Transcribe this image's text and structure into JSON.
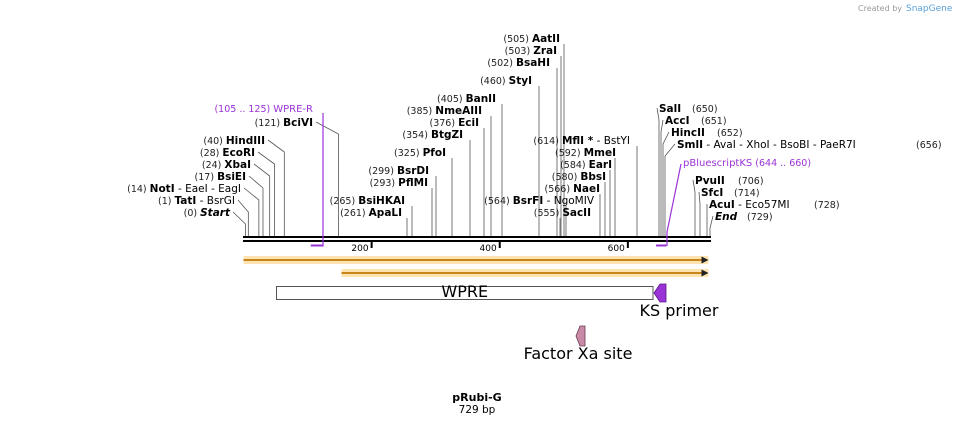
{
  "header": {
    "credit_text": "Created by",
    "brand": "SnapGene"
  },
  "map": {
    "name": "pRubi-G",
    "length_label": "729 bp",
    "length": 729,
    "ticks": [
      {
        "bp": 200,
        "label": "200"
      },
      {
        "bp": 400,
        "label": "400"
      },
      {
        "bp": 600,
        "label": "600"
      }
    ]
  },
  "colors": {
    "backbone": "#000000",
    "primer": "#9a33d6",
    "orf_fill": "#f5b841",
    "misc": "#c98aa8"
  },
  "left_sites": [
    {
      "pos": "(0)",
      "name": "Start",
      "italic": true,
      "bp": 0
    },
    {
      "pos": "(1)",
      "name": "TatI",
      "extra": "- BsrGI",
      "bp": 1
    },
    {
      "pos": "(14)",
      "name": "NotI",
      "extra": "- EaeI   - EagI",
      "bp": 14
    },
    {
      "pos": "(17)",
      "name": "BsiEI",
      "bp": 17
    },
    {
      "pos": "(24)",
      "name": "XbaI",
      "bp": 24
    },
    {
      "pos": "(28)",
      "name": "EcoRI",
      "bp": 28
    },
    {
      "pos": "(40)",
      "name": "HindIII",
      "bp": 40
    },
    {
      "pos": "(121)",
      "name": "BciVI",
      "bp": 121
    }
  ],
  "mid_sites": [
    {
      "pos": "(261)",
      "name": "ApaLI",
      "bp": 261
    },
    {
      "pos": "(265)",
      "name": "BsiHKAI",
      "bp": 265
    },
    {
      "pos": "(293)",
      "name": "PflMI",
      "bp": 293
    },
    {
      "pos": "(299)",
      "name": "BsrDI",
      "bp": 299
    },
    {
      "pos": "(325)",
      "name": "PfoI",
      "bp": 325
    },
    {
      "pos": "(354)",
      "name": "BtgZI",
      "bp": 354
    },
    {
      "pos": "(376)",
      "name": "EciI",
      "bp": 376
    },
    {
      "pos": "(385)",
      "name": "NmeAIII",
      "bp": 385
    },
    {
      "pos": "(405)",
      "name": "BanII",
      "bp": 405
    },
    {
      "pos": "(460)",
      "name": "StyI",
      "bp": 460
    },
    {
      "pos": "(502)",
      "name": "BsaHI",
      "bp": 502
    },
    {
      "pos": "(503)",
      "name": "ZraI",
      "bp": 503
    },
    {
      "pos": "(505)",
      "name": "AatII",
      "bp": 505
    },
    {
      "pos": "(555)",
      "name": "SacII",
      "bp": 555
    },
    {
      "pos": "(564)",
      "name": "BsrFI",
      "extra": "- NgoMIV",
      "bp": 564
    },
    {
      "pos": "(566)",
      "name": "NaeI",
      "bp": 566
    },
    {
      "pos": "(580)",
      "name": "BbsI",
      "bp": 580
    },
    {
      "pos": "(584)",
      "name": "EarI",
      "bp": 584
    },
    {
      "pos": "(592)",
      "name": "MmeI",
      "bp": 592
    },
    {
      "pos": "(614)",
      "name": "MflI *",
      "extra": "- BstYI",
      "bp": 614
    }
  ],
  "right_sites": [
    {
      "name": "SalI",
      "pos": "(650)",
      "bp": 650
    },
    {
      "name": "AccI",
      "pos": "(651)",
      "bp": 651
    },
    {
      "name": "HincII",
      "pos": "(652)",
      "bp": 652
    },
    {
      "name": "SmlI",
      "extra": "- AvaI   - XhoI   - BsoBI   - PaeR7I",
      "pos": "(656)",
      "bp": 656
    },
    {
      "name": "PvuII",
      "pos": "(706)",
      "bp": 706
    },
    {
      "name": "SfcI",
      "pos": "(714)",
      "bp": 714
    },
    {
      "name": "AcuI",
      "extra": "- Eco57MI",
      "pos": "(728)",
      "bp": 728
    },
    {
      "name": "End",
      "italic": true,
      "pos": "(729)",
      "bp": 729
    }
  ],
  "primers": [
    {
      "name": "WPRE-R",
      "range": "(105 .. 125)",
      "start": 105,
      "end": 125,
      "strand": "reverse"
    },
    {
      "name": "pBluescriptKS",
      "range": "(644 .. 660)",
      "start": 644,
      "end": 660,
      "strand": "reverse"
    }
  ],
  "orfs": [
    {
      "start": 0,
      "end": 729,
      "direction": "forward"
    },
    {
      "start": 153,
      "end": 729,
      "direction": "forward"
    }
  ],
  "features": [
    {
      "name": "WPRE",
      "start": 51,
      "end": 640,
      "kind": "box"
    },
    {
      "name": "KS primer",
      "start": 643,
      "end": 659,
      "kind": "primer_bind"
    },
    {
      "name": "Factor Xa site",
      "start": 519,
      "end": 530,
      "kind": "site"
    }
  ]
}
